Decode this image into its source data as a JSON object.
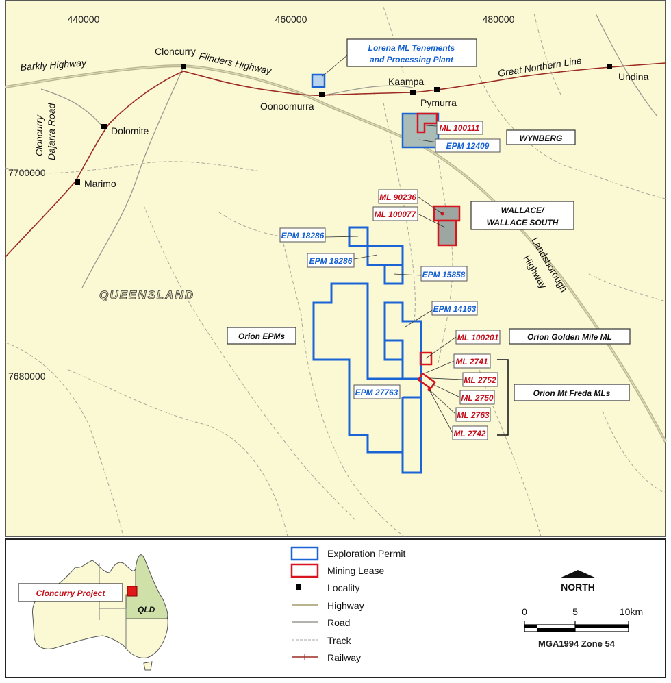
{
  "grid": {
    "eastings": [
      "440000",
      "460000",
      "480000"
    ],
    "northings": [
      "7700000",
      "7680000"
    ]
  },
  "localities": {
    "cloncurry": "Cloncurry",
    "dolomite": "Dolomite",
    "marimo": "Marimo",
    "oonoomurra": "Oonoomurra",
    "kaampa": "Kaampa",
    "pymurra": "Pymurra",
    "undina": "Undina"
  },
  "roads": {
    "barkly": "Barkly Highway",
    "flinders": "Flinders Highway",
    "great_northern": "Great Northern Line",
    "dajarra_1": "Cloncurry",
    "dajarra_2": "Dajarra Road",
    "landsborough_1": "Landsborough",
    "landsborough_2": "Highway"
  },
  "region_label": "QUEENSLAND",
  "callouts": {
    "lorena_1": "Lorena ML Tenements",
    "lorena_2": "and Processing Plant",
    "wynberg": "WYNBERG",
    "wallace_1": "WALLACE/",
    "wallace_2": "WALLACE SOUTH",
    "orion_epms": "Orion EPMs",
    "orion_golden_mile": "Orion Golden Mile ML",
    "orion_mt_freda": "Orion Mt Freda MLs"
  },
  "tenements": {
    "ml_100111": "ML 100111",
    "epm_12409": "EPM 12409",
    "ml_90236": "ML 90236",
    "ml_100077": "ML 100077",
    "epm_18286_a": "EPM 18286",
    "epm_18286_b": "EPM 18286",
    "epm_15858": "EPM 15858",
    "epm_14163": "EPM 14163",
    "epm_27763": "EPM 27763",
    "ml_100201": "ML 100201",
    "ml_2741": "ML 2741",
    "ml_2752": "ML 2752",
    "ml_2750": "ML 2750",
    "ml_2763": "ML 2763",
    "ml_2742": "ML 2742"
  },
  "inset": {
    "project": "Cloncurry Project",
    "state": "QLD"
  },
  "legend": {
    "items": [
      "Exploration Permit",
      "Mining Lease",
      "Locality",
      "Highway",
      "Road",
      "Track",
      "Railway"
    ]
  },
  "north": "NORTH",
  "scale": {
    "ticks": [
      "0",
      "5",
      "10km"
    ],
    "projection": "MGA1994 Zone 54"
  },
  "colors": {
    "map_bg": "#fbf8d4",
    "epm": "#1a64d6",
    "ml": "#d8141e",
    "qld": "#cfe0a8"
  }
}
